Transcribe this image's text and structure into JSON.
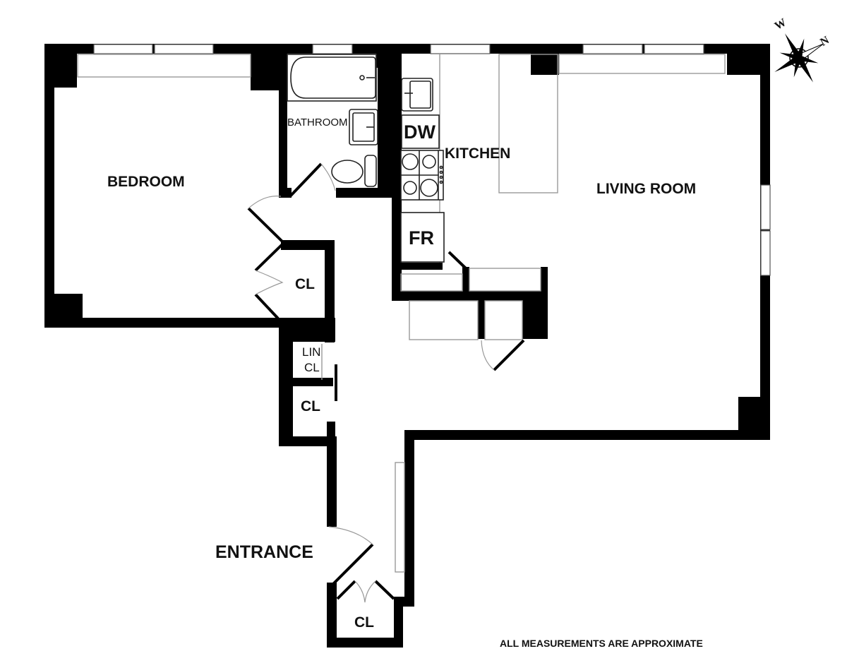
{
  "plan": {
    "rooms": [
      {
        "id": "bedroom",
        "label": "BEDROOM"
      },
      {
        "id": "bathroom",
        "label": "BATHROOM"
      },
      {
        "id": "kitchen",
        "label": "KITCHEN"
      },
      {
        "id": "living_room",
        "label": "LIVING ROOM"
      },
      {
        "id": "entrance",
        "label": "ENTRANCE"
      },
      {
        "id": "closet_bedroom",
        "label": "CL"
      },
      {
        "id": "linen_closet",
        "label": "LIN\nCL",
        "line1": "LIN",
        "line2": "CL"
      },
      {
        "id": "closet_hall",
        "label": "CL"
      },
      {
        "id": "closet_entrance",
        "label": "CL"
      }
    ],
    "appliances": [
      {
        "id": "dishwasher",
        "label": "DW"
      },
      {
        "id": "fridge",
        "label": "FR"
      }
    ],
    "compass": {
      "labels": [
        "W",
        "N"
      ],
      "icon": "compass-rose-icon"
    },
    "note": "ALL MEASUREMENTS ARE APPROXIMATE",
    "colors": {
      "wall": "#000000",
      "background": "#ffffff",
      "fixture_line": "#999999"
    }
  }
}
